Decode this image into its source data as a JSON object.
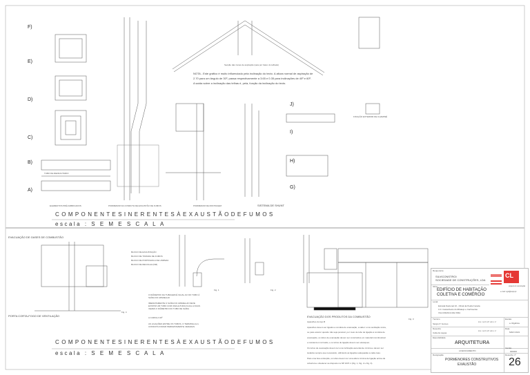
{
  "top_section": {
    "detail_labels": [
      "F)",
      "E)",
      "D)",
      "C)",
      "B)",
      "A)",
      "J)",
      "I)",
      "H)",
      "G)"
    ],
    "column_captions": [
      "ELEMENTOS PRÉ-FABRICADOS",
      "PORMENOR DA CONDUTA DE EXAUSTÃO DE FUMOS",
      "PORMENOR DE MONTAGEM",
      "SISTEMA DE SHUNT"
    ],
    "flue_label": "TUBO DE REFRACTARIO",
    "roof_caption": "Secção das zonas de aspiração (seta por baixo do telhado)",
    "note_lines": [
      "NOTA - Este gráfico é muito influenciado pela inclinação do tecto. A altura normal de aspiração de",
      "2.70 para um ângulo de 30º, passa respectivamente a 3.65 e 0.35 para inclinações de 40º e 60º.",
      "A saída sobre a inclinação das telhas é, pela, função da inclinação do tecto."
    ],
    "chimney_fixing": "FIXAÇÃO EXTERIOR DE CHAMINÉ",
    "heading": "C O M P O N E N T E S   I N E R E N T E S   À   E X A U S T Ã O   D E   F U M O S",
    "scale": "escala : S E M   E S C A L A"
  },
  "bottom_section": {
    "title": "EVACUAÇÃO DE GASES DE COMBUSTÃO",
    "block_labels": [
      "BLOCO DE EXAUSTAÇÃO",
      "BLOCO DE TOMADA DE FUMOS",
      "BLOCO DE PORTINHOLA DE LIMPEZA",
      "BLOCO DE RECOLHA (NM)"
    ],
    "notes": [
      "O DIÂMETRO DA TUBAGEM É IGUAL AO DO TUBO À SAÍDA DO APARELHO",
      "IMEDIATAMENTE À SAÍDA DO APARELHO DEVE EXISTIR UM TUBO COM UMA ALTURA IGUAL A DUAS VEZES O DIÂMETRO DO TUBO DE SAÍDA",
      "A CURVA A 90º",
      "AS LIGAÇÕES ENTRE OS TUBOS, O TERMINAL E A CONDUTA FORAM PERFEITAMENTE VEDADAS"
    ],
    "fig_labels": [
      "Fig. 1",
      "Fig. 2",
      "Fig. 3",
      "Fig. 4"
    ],
    "wall_caption": "PORTA CORTA-FOGO DE VENTILAÇÃO",
    "text_title": "EVACUAÇÃO DOS PRODUTOS DA COMBUSTÃO",
    "text_lines": [
      "Aparelhos do tipo B",
      "Aparelhos devem ser ligados a conduta de evacuação, a saber: uma ventilação única,",
      "ou para exterior quando não seja possível, por meio de tubo de ligação à conduta de",
      "evacuação, os tubos de evacuação devem ser construídos em material incombustível",
      "e resistente à corrosão, e os tubos de ligação devem ser estanques.",
      "Os tubos de evacuação devem ter uma inclinação ascendente mínima e devem ser",
      "isolados sempre que necessário, utilizando as ligações adequadas a cada caso.",
      "Para uma boa extracção, os tubos devem ter uma altura mínima de ligação acima da",
      "cobertura e obedecer ao disposto na NP 1037-1 (Fig. 1, Fig. 2 e Fig. 3)."
    ],
    "heading": "C O M P O N E N T E S   I N E R E N T E S   À   E X A U S T Ã O   D E   F U M O S",
    "scale": "escala : S E M   E S C A L A"
  },
  "title_block": {
    "owner_label": "Requerente",
    "owner": [
      "SILVICONSTROI",
      "SOCIEDADE DE CONSTRUÇÕES, LDA"
    ],
    "logo_text": "CL",
    "logo_sub": "projecto & construção",
    "email": "e-mail: sgcl@sapo.pt",
    "work_label": "Obra",
    "work": [
      "EDIFÍCIO DE HABITAÇÃO",
      "COLETIVA E COMÉRCIO"
    ],
    "location_label": "Local",
    "location": [
      "Estrada Nacional 10 - Olival da Pedra Furada",
      "U.F. Castanheira do Ribatejo e Cachoeiras",
      "VILA FRANCA DE XIRA"
    ],
    "designer_label": "Técnico",
    "designer": "Sérgio P. Gomes",
    "designer_reg": "insc. na O.A.P. sob o nº",
    "drawn_label": "Desenho",
    "drawn": "Célia da Lagoa",
    "drawn_reg": "insc. na O.A.P. sob o nº",
    "date_label": "Data",
    "date": "MAIO 2021",
    "scale_label": "Escala",
    "scale": "a. Rigidícia",
    "specialty_label": "Especialidade",
    "specialty": "ARQUITETURA",
    "phase": "LICENCIAMENTO",
    "version_label": "Versão",
    "version": "000000",
    "designation_label": "Designação",
    "designation": [
      "PORMENORES CONSTRUTIVOS",
      "EXAUSTÃO"
    ],
    "sheet_label": "Desenho nº",
    "sheet_number": "26",
    "accent_color": "#e53935"
  }
}
